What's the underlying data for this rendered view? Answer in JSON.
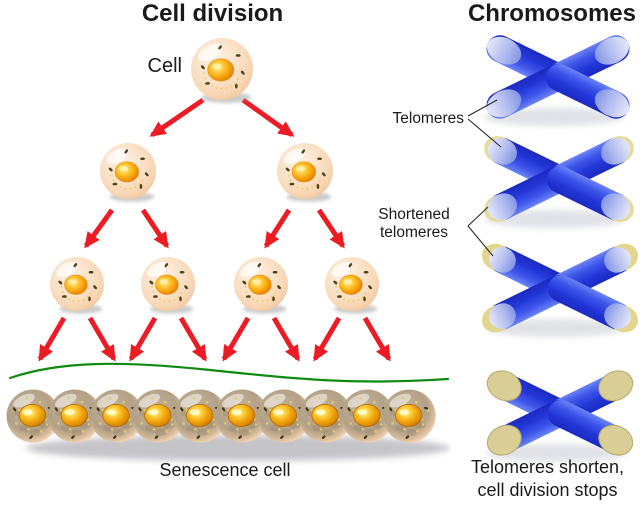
{
  "figure": {
    "left_panel": {
      "title": "Cell division",
      "start_cell_label": "Cell",
      "senescence_label": "Senescence cell",
      "generations": [
        {
          "row": 1,
          "cells": 1
        },
        {
          "row": 2,
          "cells": 2
        },
        {
          "row": 3,
          "cells": 4
        },
        {
          "row": 4,
          "cells": 10,
          "type": "senescence"
        }
      ]
    },
    "right_panel": {
      "title": "Chromosomes",
      "telomeres_label": "Telomeres",
      "shortened_label": [
        "Shortened",
        "telomeres"
      ],
      "caption": [
        "Telomeres shorten,",
        "cell division stops"
      ],
      "stages": [
        {
          "stage": 1,
          "telomere_state": "long telomeres, light blue tips"
        },
        {
          "stage": 2,
          "telomere_state": "slightly shortened telomeres"
        },
        {
          "stage": 3,
          "telomere_state": "shortened telomeres"
        },
        {
          "stage": 4,
          "telomere_state": "telomeres depleted, tan caps, cell division stops"
        }
      ]
    },
    "colors": {
      "title_text": "#1a1a1a",
      "arrow_red": "#ed1c24",
      "curve_green": "#0f8a12",
      "chromosome_blue": "#2a3bd8",
      "telomere_tip_light_blue": "#c5cdf2",
      "telomere_tip_tan": "#d9ce96",
      "cell_body_peach": "#f8d8b8",
      "cell_nucleus_orange": "#f59b07",
      "senescence_body_brown": "#b3a289"
    }
  }
}
